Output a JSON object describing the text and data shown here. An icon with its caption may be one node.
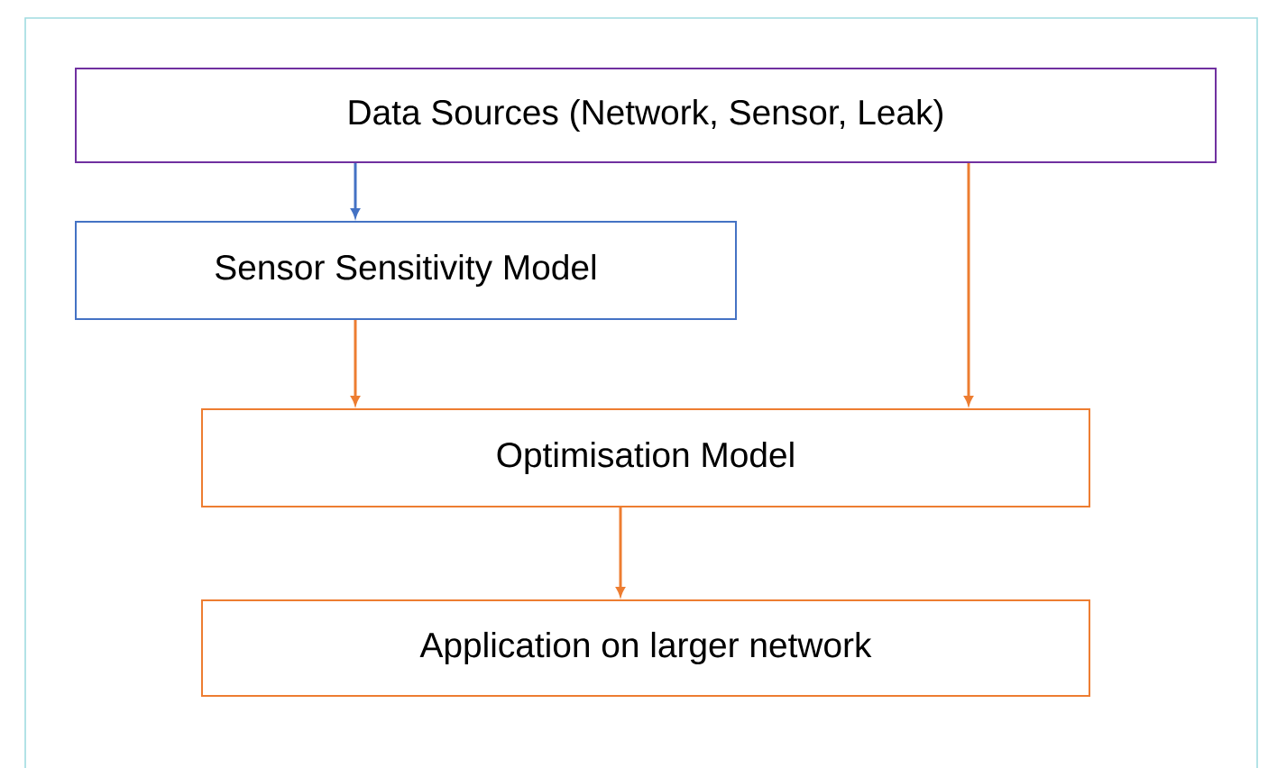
{
  "diagram": {
    "nodes": [
      {
        "text": [
          "Data Sources (Network, Sensor, Leak)"
        ]
      },
      {
        "text": [
          "Sensor Sensitivity Model"
        ]
      },
      {
        "text": [
          "Optimisation Model"
        ]
      },
      {
        "text": [
          "Application on larger network"
        ]
      }
    ],
    "edges": [
      {
        "from": 0,
        "to": 1,
        "arrow": "to",
        "color": "#4472c4"
      },
      {
        "from": 0,
        "to": 2,
        "arrow": "to"
      },
      {
        "from": 1,
        "to": 2,
        "arrow": "to"
      },
      {
        "from": 2,
        "to": 3,
        "arrow": "to"
      }
    ]
  }
}
